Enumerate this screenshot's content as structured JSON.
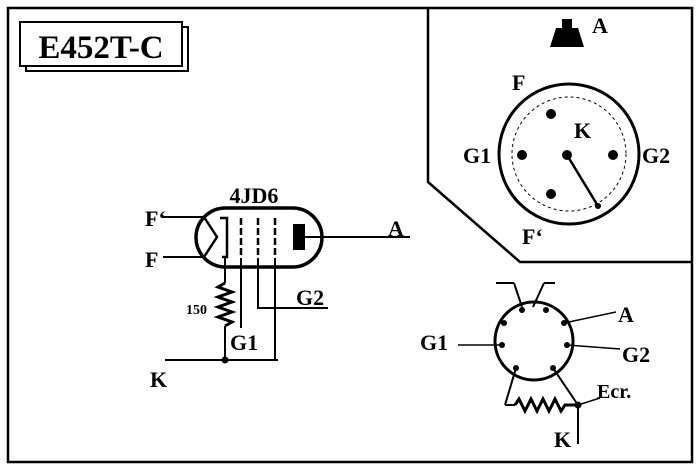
{
  "title": "E452T-C",
  "tube": {
    "type": "4JD6",
    "labels": {
      "filament_prime": "F‘",
      "filament": "F",
      "anode": "A",
      "g2": "G2",
      "g1": "G1",
      "cathode": "K",
      "resistor": "150"
    }
  },
  "base_view": {
    "labels": {
      "anode": "A",
      "f_top": "F",
      "cathode": "K",
      "g1": "G1",
      "g2": "G2",
      "f_prime": "F‘"
    }
  },
  "socket_view": {
    "labels": {
      "anode": "A",
      "g1": "G1",
      "g2": "G2",
      "screen": "Ecr.",
      "cathode": "K"
    }
  }
}
